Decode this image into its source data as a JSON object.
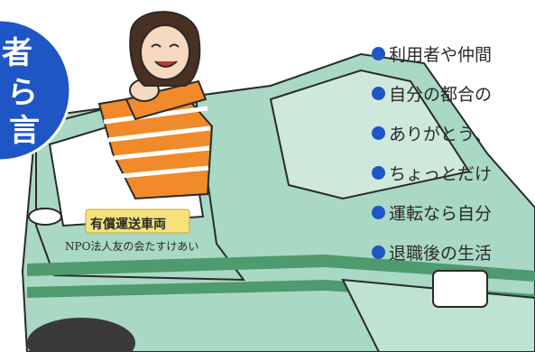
{
  "badge": {
    "lines": [
      "者",
      "ら",
      "言"
    ],
    "color": "#1f56c5"
  },
  "vehicle_plate": {
    "title": "有償運送車両",
    "organization": "NPO法人友の会たすけあい",
    "plate_color": "#f5e27a"
  },
  "bullets": [
    "利用者や仲間",
    "自分の都合の",
    "ありがとう、",
    "ちょっとだけ",
    "運転なら自分",
    "退職後の生活"
  ],
  "colors": {
    "car_body": "#a9d8c4",
    "car_stripe": "#4f9a6e",
    "sweater_orange": "#f08a2a",
    "bullet": "#1f56c5"
  }
}
